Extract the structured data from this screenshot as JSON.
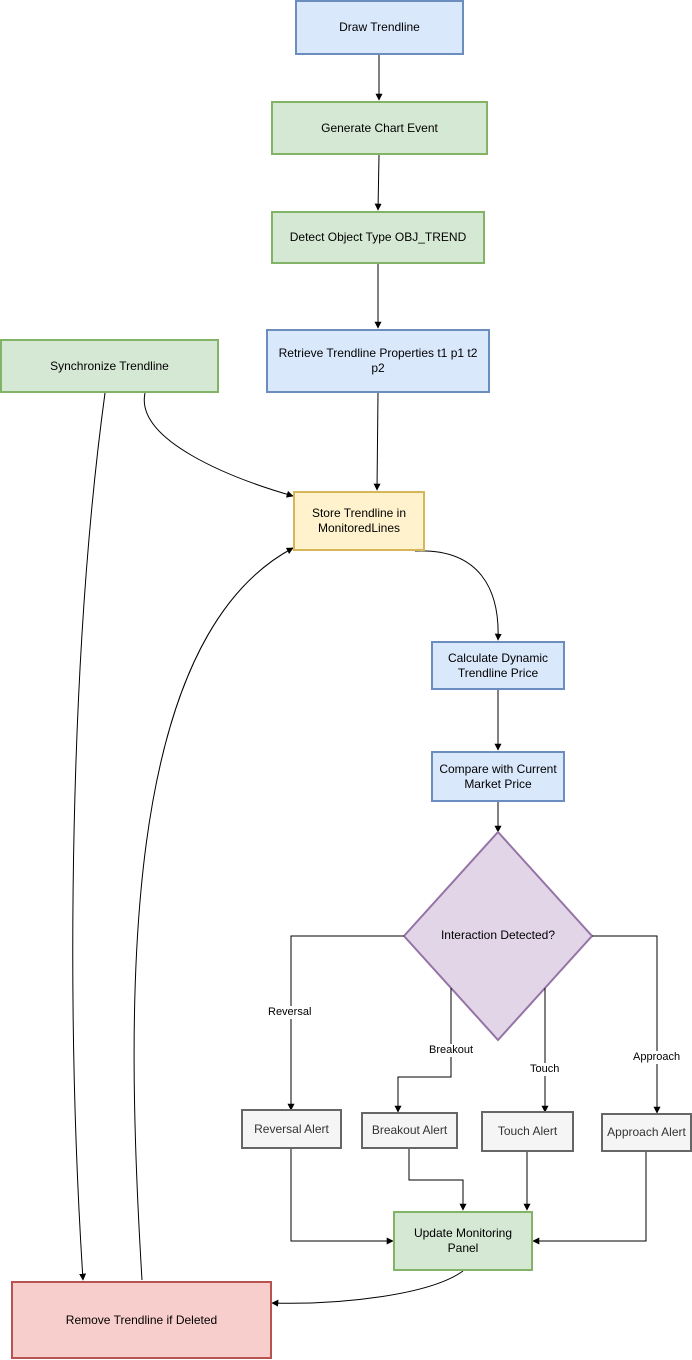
{
  "nodes": {
    "draw_trendline": "Draw Trendline",
    "generate_chart_event": "Generate Chart Event",
    "detect_object_type": "Detect Object Type OBJ_TREND",
    "retrieve_properties": "Retrieve Trendline Properties t1 p1 t2 p2",
    "synchronize_trendline": "Synchronize Trendline",
    "store_trendline_line1": "Store Trendline in",
    "store_trendline_line2": "MonitoredLines",
    "calculate_price_line1": "Calculate Dynamic",
    "calculate_price_line2": "Trendline Price",
    "compare_price_line1": "Compare with Current",
    "compare_price_line2": "Market Price",
    "interaction_detected": "Interaction Detected?",
    "reversal_alert": "Reversal Alert",
    "breakout_alert": "Breakout Alert",
    "touch_alert": "Touch Alert",
    "approach_alert": "Approach Alert",
    "update_panel": "Update Monitoring Panel",
    "remove_trendline": "Remove Trendline if Deleted"
  },
  "edge_labels": {
    "reversal": "Reversal",
    "breakout": "Breakout",
    "touch": "Touch",
    "approach": "Approach"
  },
  "colors": {
    "blue_fill": "#dae8fc",
    "blue_stroke": "#6c8ebf",
    "green_fill": "#d5e8d4",
    "green_stroke": "#82b366",
    "yellow_fill": "#fff2cc",
    "yellow_stroke": "#d6b656",
    "purple_fill": "#e1d5e7",
    "purple_stroke": "#9673a6",
    "gray_fill": "#f5f5f5",
    "gray_stroke": "#666666",
    "red_fill": "#f8cecc",
    "red_stroke": "#b85450",
    "edge": "#000000"
  }
}
